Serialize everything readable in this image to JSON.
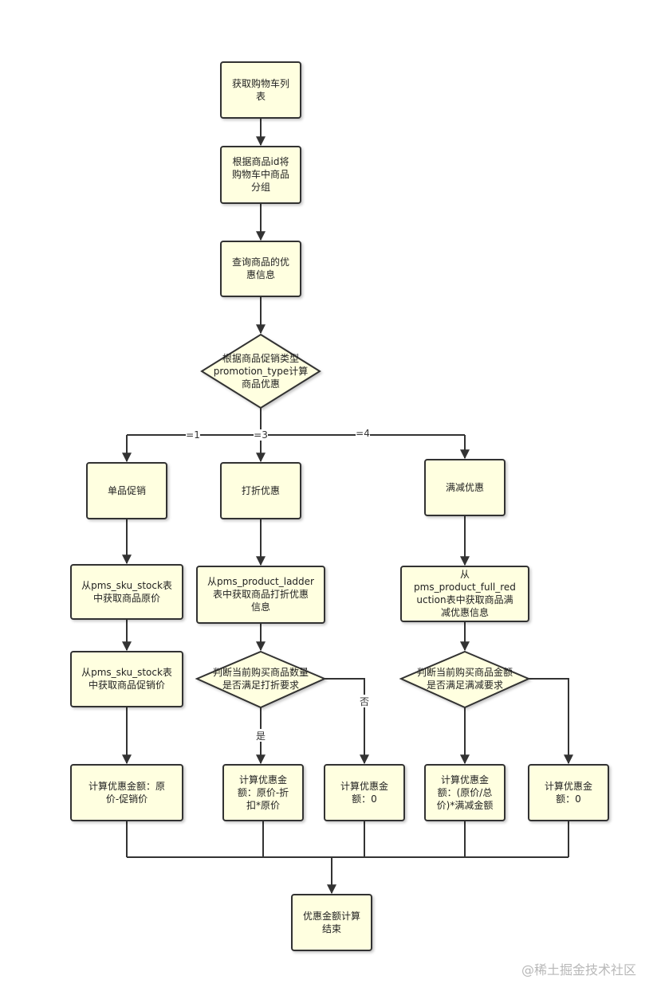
{
  "nodes": {
    "get_cart": [
      "获取购物车列",
      "表"
    ],
    "group": [
      "根据商品id将",
      "购物车中商品",
      "分组"
    ],
    "query": [
      "查询商品的优",
      "惠信息"
    ],
    "decide_type": [
      "根据商品促销类型",
      "promotion_type计算",
      "商品优惠"
    ],
    "single": [
      "单品促销"
    ],
    "discount": [
      "打折优惠"
    ],
    "full": [
      "满减优惠"
    ],
    "sku_orig": [
      "从pms_sku_stock表",
      "中获取商品原价"
    ],
    "ladder": [
      "从pms_product_ladder",
      "表中获取商品打折优惠",
      "信息"
    ],
    "full_red": [
      "从",
      "pms_product_full_red",
      "uction表中获取商品满",
      "减优惠信息"
    ],
    "sku_promo": [
      "从pms_sku_stock表",
      "中获取商品促销价"
    ],
    "judge_qty": [
      "判断当前购买商品数量",
      "是否满足打折要求"
    ],
    "judge_amt": [
      "判断当前购买商品金额",
      "是否满足满减要求"
    ],
    "calc_single": [
      "计算优惠金额：原",
      "价-促销价"
    ],
    "calc_disc": [
      "计算优惠金",
      "额：原价-折",
      "扣*原价"
    ],
    "zero1": [
      "计算优惠金",
      "额：0"
    ],
    "calc_full": [
      "计算优惠金",
      "额：(原价/总",
      "价)*满减金额"
    ],
    "zero2": [
      "计算优惠金",
      "额：0"
    ],
    "end": [
      "优惠金额计算",
      "结束"
    ]
  },
  "labels": {
    "eq1": "=1",
    "eq3": "=3",
    "eq4": "=4",
    "yes": "是",
    "no": "否"
  },
  "watermark": "@稀土掘金技术社区"
}
